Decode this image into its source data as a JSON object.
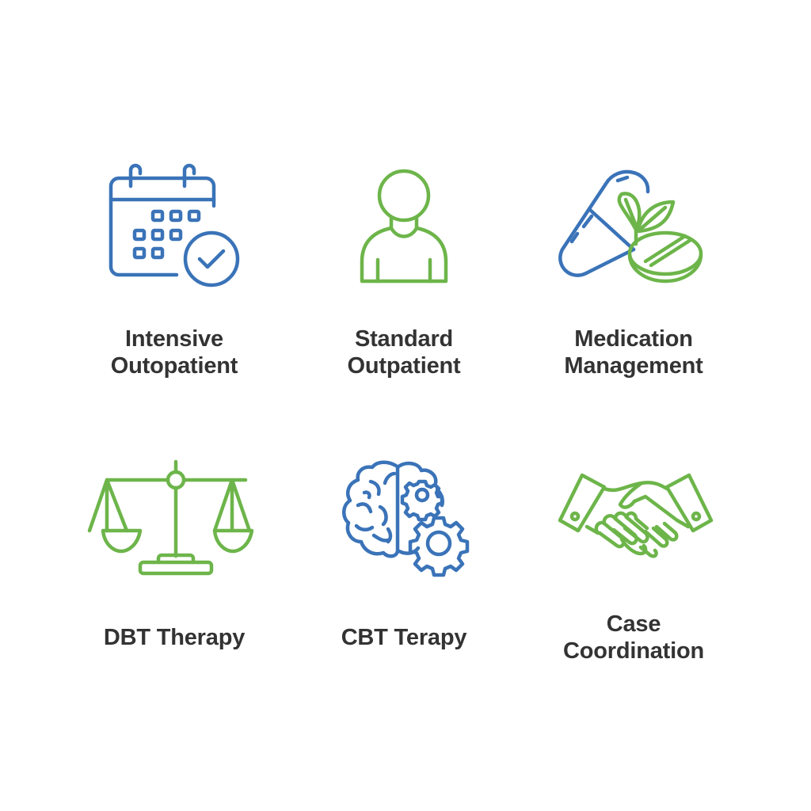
{
  "colors": {
    "background": "#ffffff",
    "blue": "#3a73b8",
    "green": "#6db54a",
    "text": "#333333"
  },
  "services": [
    {
      "icon": "calendar-check-icon",
      "lines": [
        "Intensive",
        "Outopatient"
      ]
    },
    {
      "icon": "person-icon",
      "lines": [
        "Standard",
        "Outpatient"
      ]
    },
    {
      "icon": "pill-leaf-icon",
      "lines": [
        "Medication",
        "Management"
      ]
    },
    {
      "icon": "scales-icon",
      "lines": [
        "DBT Therapy"
      ]
    },
    {
      "icon": "brain-gears-icon",
      "lines": [
        "CBT Terapy"
      ]
    },
    {
      "icon": "handshake-icon",
      "lines": [
        "Case",
        "Coordination"
      ]
    }
  ]
}
